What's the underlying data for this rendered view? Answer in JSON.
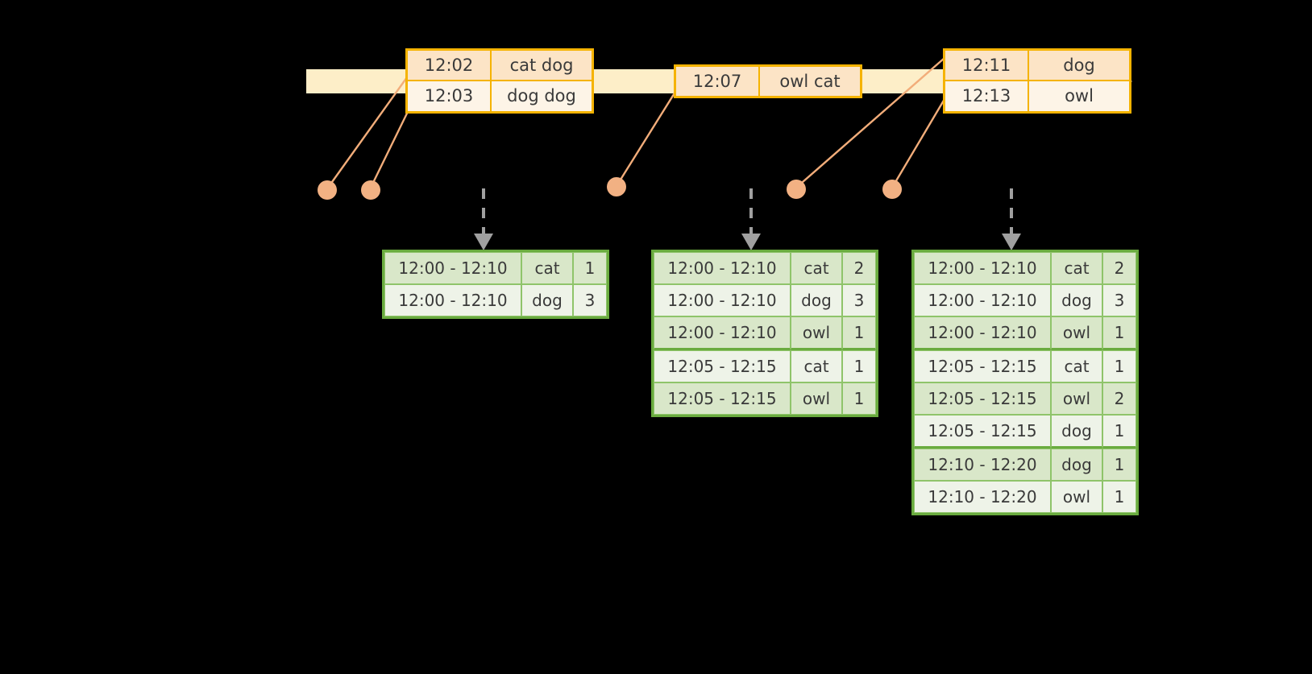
{
  "diagram": {
    "title": "sliding-window-aggregation-timeline",
    "colors": {
      "background": "#000000",
      "timeline_bar": "#fdeec8",
      "event_border": "#f5b301",
      "event_fill_odd": "#fce4c6",
      "event_fill_even": "#fdf4e7",
      "window_border": "#6aab3f",
      "window_fill_shade": "#d9e7c9",
      "window_fill_plain": "#eef3e8",
      "connector": "#f2ad7a",
      "dot": "#f2b183",
      "arrow": "#a0a0a0"
    }
  },
  "timeline": {
    "name": "event-stream-timeline",
    "arrow_direction": "right"
  },
  "event_groups": [
    {
      "name": "event-group-1",
      "rows": [
        {
          "time": "12:02",
          "value": "cat dog"
        },
        {
          "time": "12:03",
          "value": "dog dog"
        }
      ]
    },
    {
      "name": "event-group-2",
      "rows": [
        {
          "time": "12:07",
          "value": "owl cat"
        }
      ]
    },
    {
      "name": "event-group-3",
      "rows": [
        {
          "time": "12:11",
          "value": "dog"
        },
        {
          "time": "12:13",
          "value": "owl"
        }
      ]
    }
  ],
  "dots": [
    {
      "name": "event-dot-1"
    },
    {
      "name": "event-dot-2"
    },
    {
      "name": "event-dot-3"
    },
    {
      "name": "event-dot-4"
    },
    {
      "name": "event-dot-5"
    }
  ],
  "result_tables": [
    {
      "name": "window-result-table-1",
      "rows": [
        {
          "range": "12:00 - 12:10",
          "key": "cat",
          "count": "1",
          "shade": true,
          "group_end": false
        },
        {
          "range": "12:00 - 12:10",
          "key": "dog",
          "count": "3",
          "shade": false,
          "group_end": true
        }
      ]
    },
    {
      "name": "window-result-table-2",
      "rows": [
        {
          "range": "12:00 - 12:10",
          "key": "cat",
          "count": "2",
          "shade": true,
          "group_end": false
        },
        {
          "range": "12:00 - 12:10",
          "key": "dog",
          "count": "3",
          "shade": false,
          "group_end": false
        },
        {
          "range": "12:00 - 12:10",
          "key": "owl",
          "count": "1",
          "shade": true,
          "group_end": true
        },
        {
          "range": "12:05 - 12:15",
          "key": "cat",
          "count": "1",
          "shade": false,
          "group_end": false
        },
        {
          "range": "12:05 - 12:15",
          "key": "owl",
          "count": "1",
          "shade": true,
          "group_end": true
        }
      ]
    },
    {
      "name": "window-result-table-3",
      "rows": [
        {
          "range": "12:00 - 12:10",
          "key": "cat",
          "count": "2",
          "shade": true,
          "group_end": false
        },
        {
          "range": "12:00 - 12:10",
          "key": "dog",
          "count": "3",
          "shade": false,
          "group_end": false
        },
        {
          "range": "12:00 - 12:10",
          "key": "owl",
          "count": "1",
          "shade": true,
          "group_end": true
        },
        {
          "range": "12:05 - 12:15",
          "key": "cat",
          "count": "1",
          "shade": false,
          "group_end": false
        },
        {
          "range": "12:05 - 12:15",
          "key": "owl",
          "count": "2",
          "shade": true,
          "group_end": false
        },
        {
          "range": "12:05 - 12:15",
          "key": "dog",
          "count": "1",
          "shade": false,
          "group_end": true
        },
        {
          "range": "12:10 - 12:20",
          "key": "dog",
          "count": "1",
          "shade": true,
          "group_end": false
        },
        {
          "range": "12:10 - 12:20",
          "key": "owl",
          "count": "1",
          "shade": false,
          "group_end": false
        }
      ]
    }
  ]
}
